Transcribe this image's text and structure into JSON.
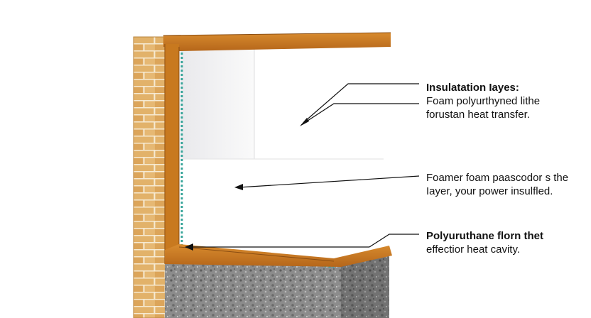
{
  "colors": {
    "brick": "#e2b26a",
    "mortar": "#f6ead2",
    "frame": "#c8791f",
    "frame_dark": "#8a4d12",
    "insulation_side": "#f4f4f5",
    "insulation_front": "#ffffff",
    "seal": "#3aa59a",
    "concrete": "#8f8f8f",
    "leader": "#111111"
  },
  "icons": [
    "brick-wall-icon",
    "arrow-icon"
  ],
  "callouts": [
    {
      "heading": "Insulatation Iayes:",
      "lines": [
        "Foam polyurthyned lithe",
        "forustan heat transfer."
      ]
    },
    {
      "heading": "",
      "lines": [
        "Foamer foam paascodor s the",
        "Iayer, your power insulfled."
      ]
    },
    {
      "heading": "Polyuruthane florn thet",
      "lines": [
        "effectior heat cavity."
      ]
    }
  ]
}
